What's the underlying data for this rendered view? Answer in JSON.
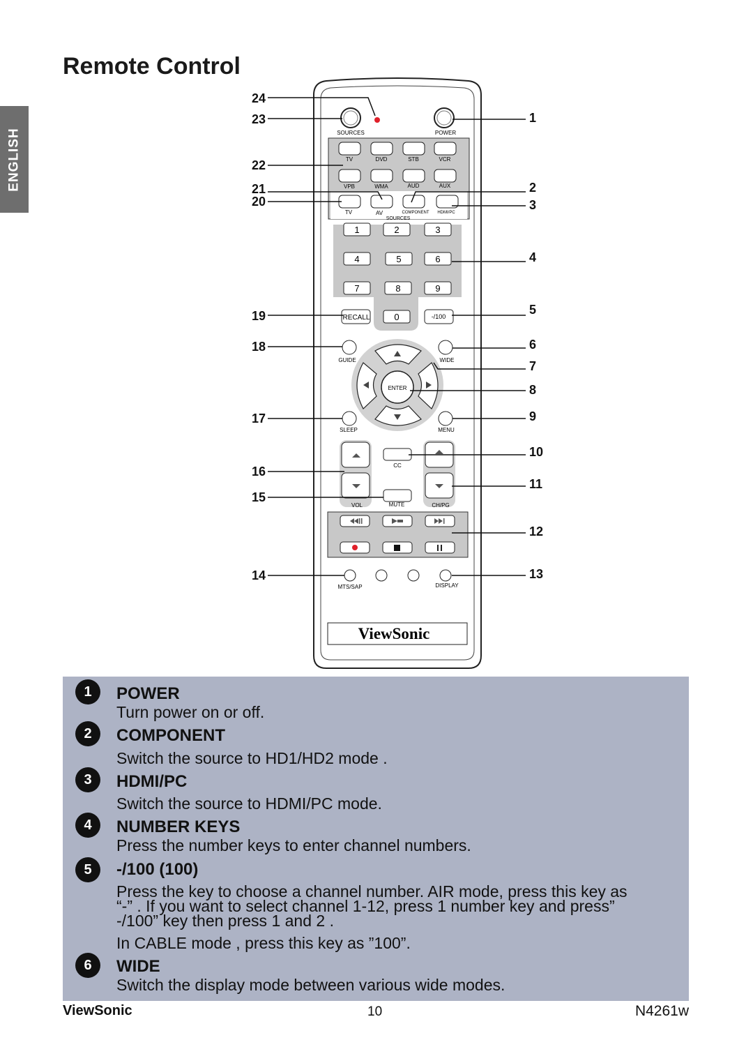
{
  "page": {
    "title": "Remote Control",
    "language_tab": "ENGLISH"
  },
  "remote": {
    "brand": "ViewSonic",
    "labels": {
      "sources": "SOURCES",
      "power": "POWER",
      "tv": "TV",
      "dvd": "DVD",
      "stb": "STB",
      "vcr": "VCR",
      "vpb": "VPB",
      "wma": "WMA",
      "aud": "AUD",
      "aux": "AUX",
      "src_tv": "TV",
      "src_av": "AV",
      "src_component": "COMPONENT",
      "src_hdmi": "HDMI/PC",
      "src_sources": "SOURCES",
      "recall": "RECALL",
      "dash100": "-/100",
      "guide": "GUIDE",
      "wide": "WIDE",
      "enter": "ENTER",
      "sleep": "SLEEP",
      "menu": "MENU",
      "cc": "CC",
      "mute": "MUTE",
      "vol": "VOL",
      "chpg": "CH/PG",
      "mts": "MTS/SAP",
      "display": "DISPLAY"
    },
    "digits": [
      "1",
      "2",
      "3",
      "4",
      "5",
      "6",
      "7",
      "8",
      "9",
      "0"
    ],
    "callouts_left": [
      "24",
      "23",
      "22",
      "21",
      "20",
      "19",
      "18",
      "17",
      "16",
      "15",
      "14"
    ],
    "callouts_right": [
      "1",
      "2",
      "3",
      "4",
      "5",
      "6",
      "7",
      "8",
      "9",
      "10",
      "11",
      "12",
      "13"
    ],
    "colors": {
      "record": "#e0202a",
      "pad": "#c8c8c8",
      "led": "#e0202a"
    }
  },
  "items": [
    {
      "num": "1",
      "title": "POWER",
      "desc": [
        "Turn power on or off."
      ]
    },
    {
      "num": "2",
      "title": "COMPONENT",
      "desc": [
        "Switch the source to HD1/HD2 mode  ."
      ]
    },
    {
      "num": "3",
      "title": "HDMI/PC",
      "desc": [
        "Switch the source to HDMI/PC mode."
      ]
    },
    {
      "num": "4",
      "title": "NUMBER KEYS",
      "desc": [
        "Press the number keys to enter channel numbers."
      ]
    },
    {
      "num": "5",
      "title": "-/100 (100)",
      "desc": [
        "Press the key to choose a channel number. AIR mode, press this key as",
        "“-” . If you want to select channel 1-12, press 1 number key and  press”",
        "-/100” key then press 1 and 2 .",
        "In CABLE mode , press this key as ”100”."
      ]
    },
    {
      "num": "6",
      "title": "WIDE",
      "desc": [
        "Switch the display mode between various wide modes."
      ]
    }
  ],
  "footer": {
    "brand": "ViewSonic",
    "page_number": "10",
    "model": "N4261w"
  }
}
